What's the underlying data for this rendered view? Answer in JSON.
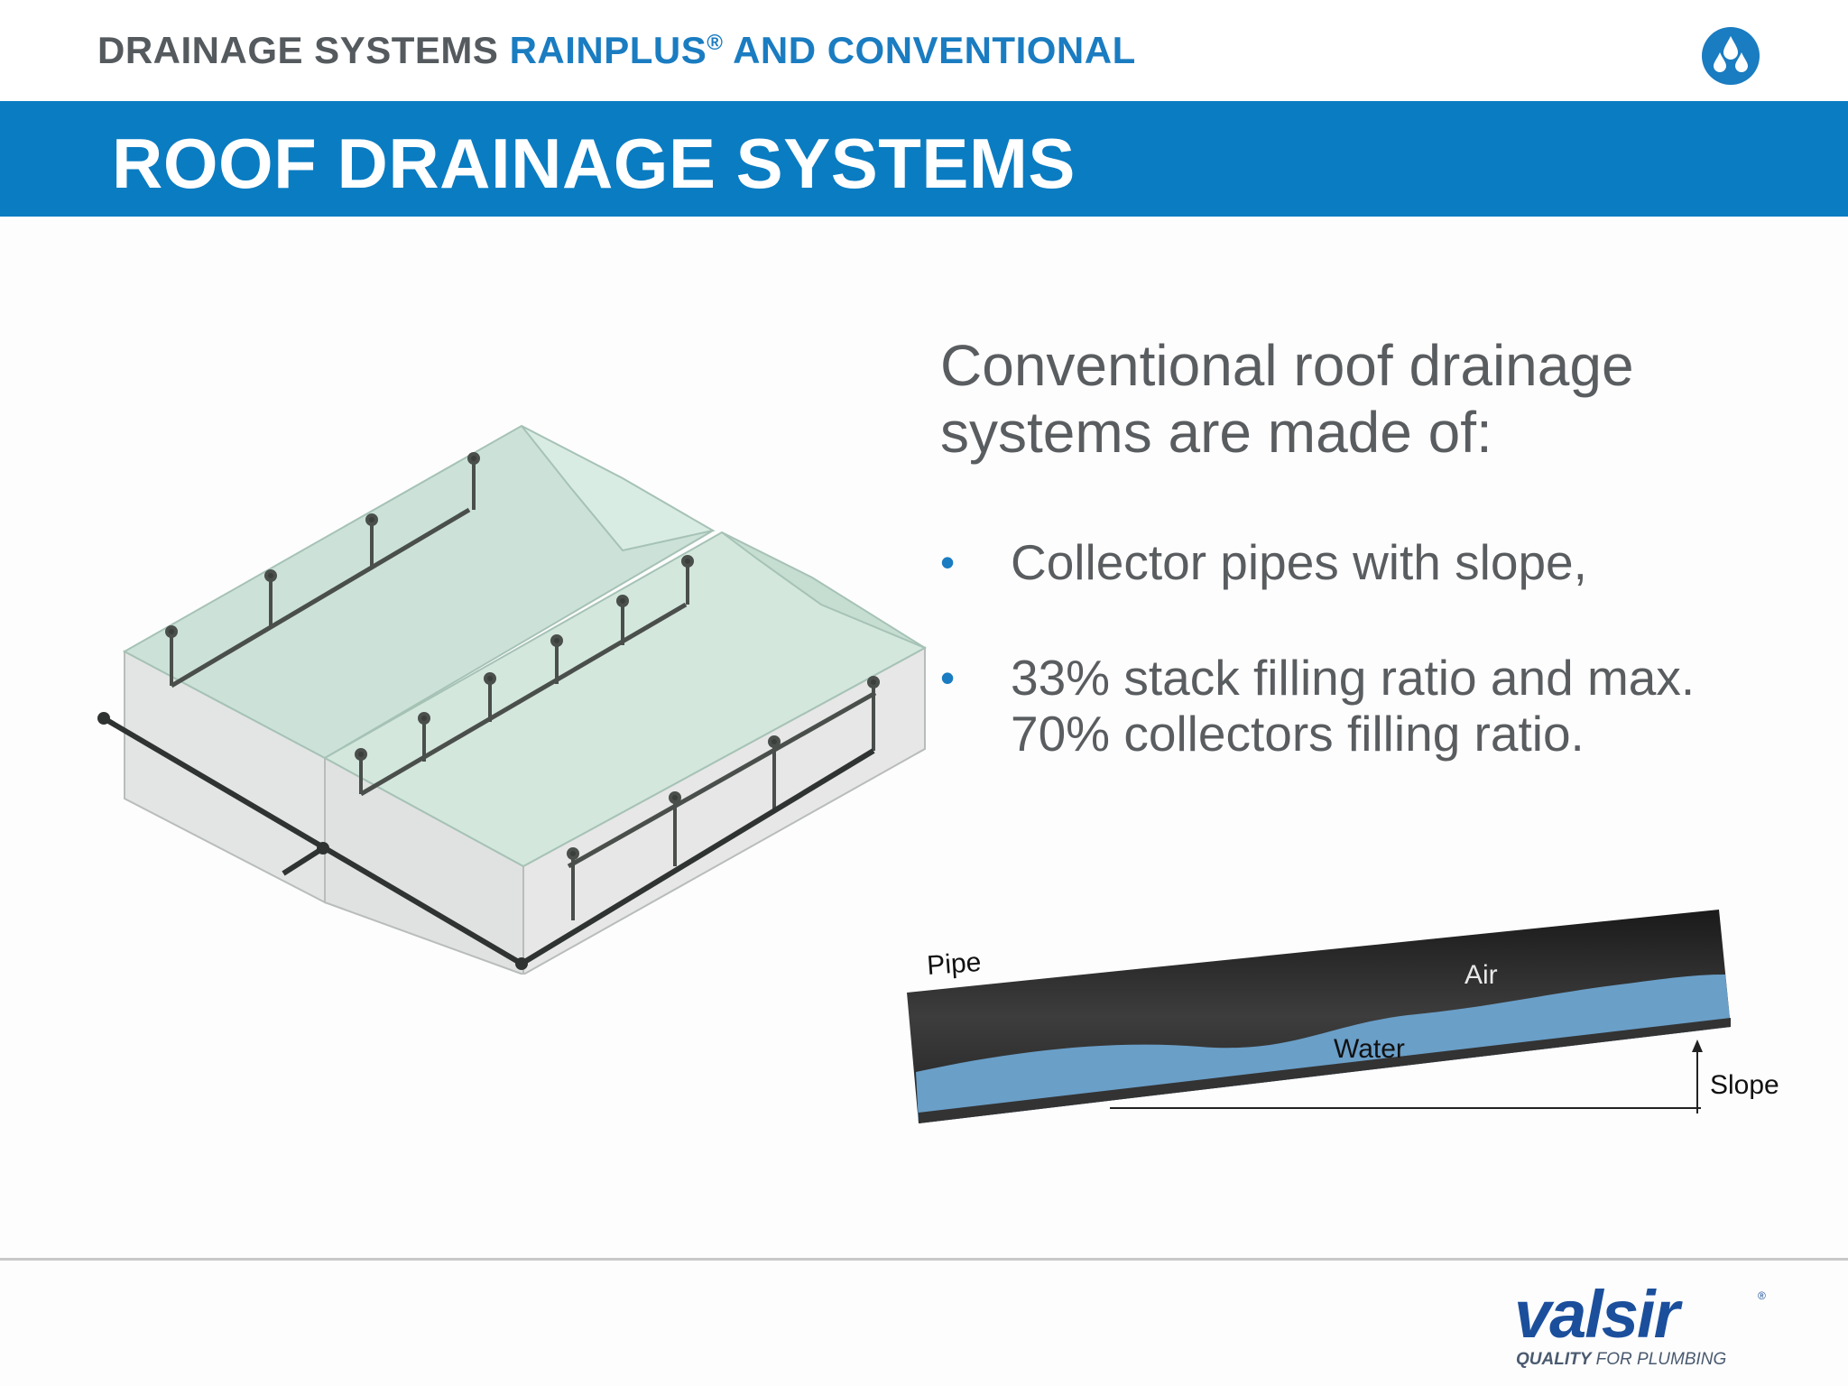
{
  "header": {
    "title_part1": "DRAINAGE SYSTEMS",
    "title_part2": "RAINPLUS",
    "title_reg": "®",
    "title_part3": "AND CONVENTIONAL",
    "icon": "water-drops-icon"
  },
  "banner": {
    "title": "ROOF DRAINAGE SYSTEMS"
  },
  "content": {
    "intro_line1": "Conventional roof drainage",
    "intro_line2": "systems are made of:",
    "bullets": [
      {
        "text": "Collector pipes with slope,"
      },
      {
        "line1": "33% stack filling ratio and max.",
        "line2": "70% collectors filling ratio."
      }
    ]
  },
  "pipe_diagram": {
    "label_pipe": "Pipe",
    "label_air": "Air",
    "label_water": "Water",
    "label_slope": "Slope"
  },
  "footer": {
    "logo_text": "valsir",
    "logo_tagline_bold": "QUALITY",
    "logo_tagline_rest": "FOR PLUMBING"
  },
  "colors": {
    "accent": "#1a7cc1",
    "banner": "#0a7cc2",
    "text_gray": "#5a5d60",
    "water": "#6a9fc8",
    "pipe": "#2a2a2a"
  }
}
